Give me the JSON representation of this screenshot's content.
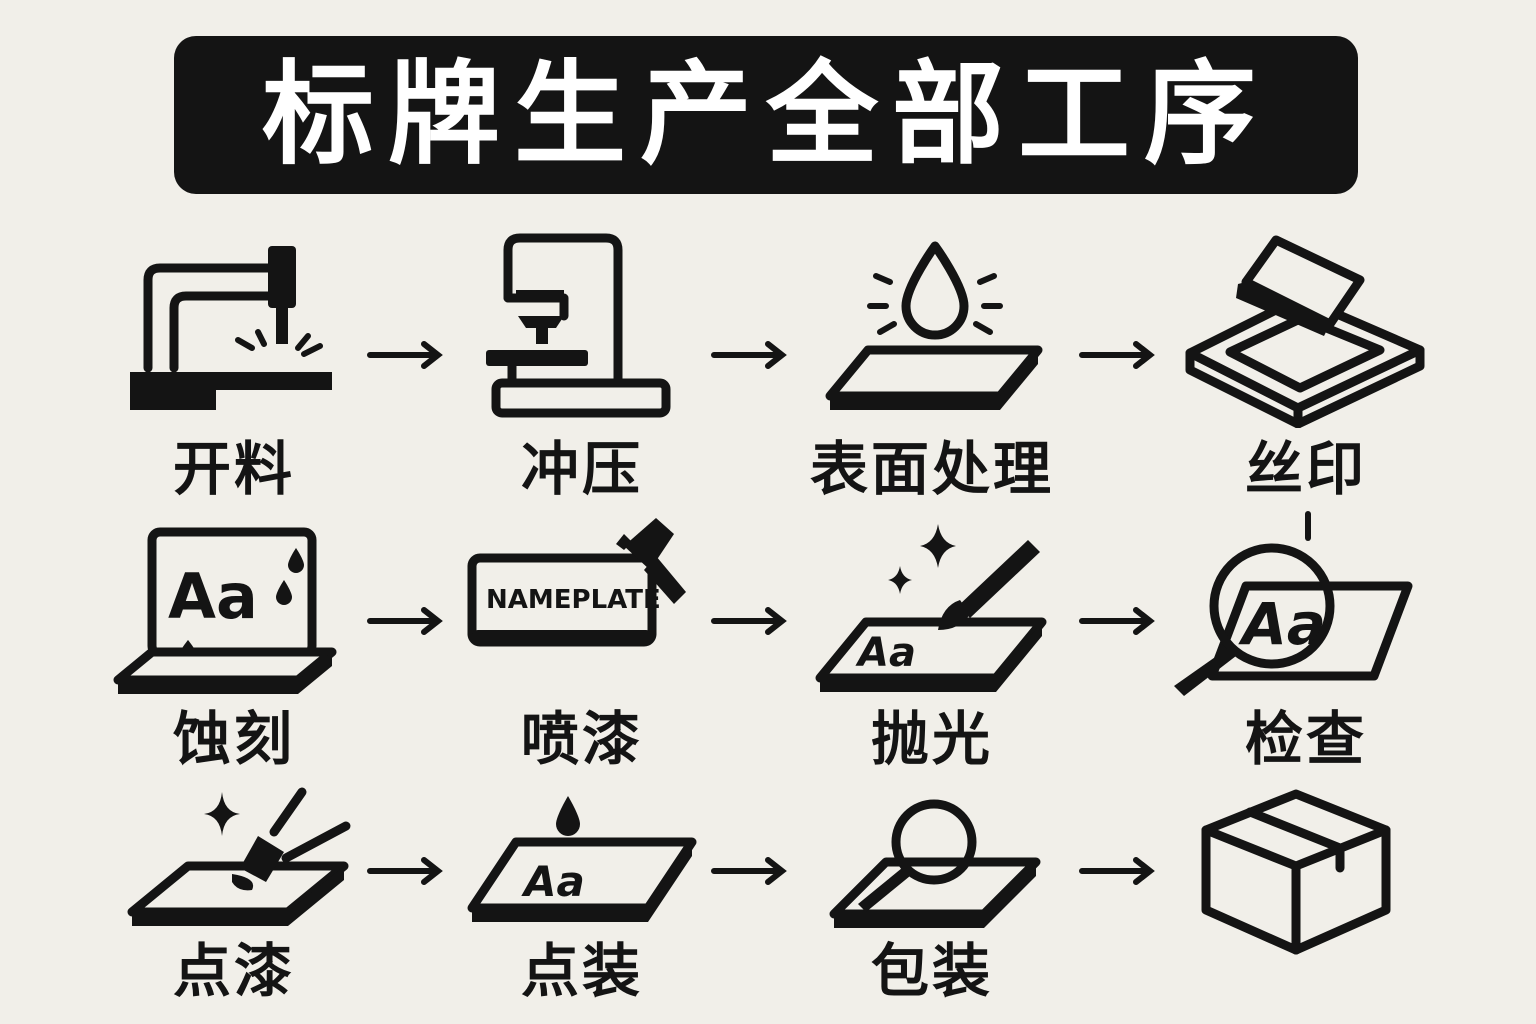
{
  "title": "标牌生产全部工序",
  "steps": [
    {
      "label": "开料",
      "icon": "cutting-machine-icon"
    },
    {
      "label": "冲压",
      "icon": "stamping-press-icon"
    },
    {
      "label": "表面处理",
      "icon": "surface-treatment-drop-icon"
    },
    {
      "label": "丝印",
      "icon": "screen-printing-icon"
    },
    {
      "label": "蚀刻",
      "icon": "etching-icon",
      "icon_text": "Aa"
    },
    {
      "label": "喷漆",
      "icon": "spray-painting-icon",
      "icon_text": "NAMEPLATE"
    },
    {
      "label": "抛光",
      "icon": "polishing-icon",
      "icon_text": "Aa"
    },
    {
      "label": "检查",
      "icon": "inspection-magnifier-icon",
      "icon_text": "Aa"
    },
    {
      "label": "点漆",
      "icon": "spot-painting-icon"
    },
    {
      "label": "点装",
      "icon": "spot-assembly-icon",
      "icon_text": "Aa"
    },
    {
      "label": "包装",
      "icon": "packaging-inspection-icon"
    },
    {
      "label": "",
      "icon": "box-icon"
    }
  ],
  "arrow_icon": "right-arrow-icon",
  "colors": {
    "background": "#f1efe9",
    "ink": "#141414",
    "title_text": "#ffffff"
  }
}
